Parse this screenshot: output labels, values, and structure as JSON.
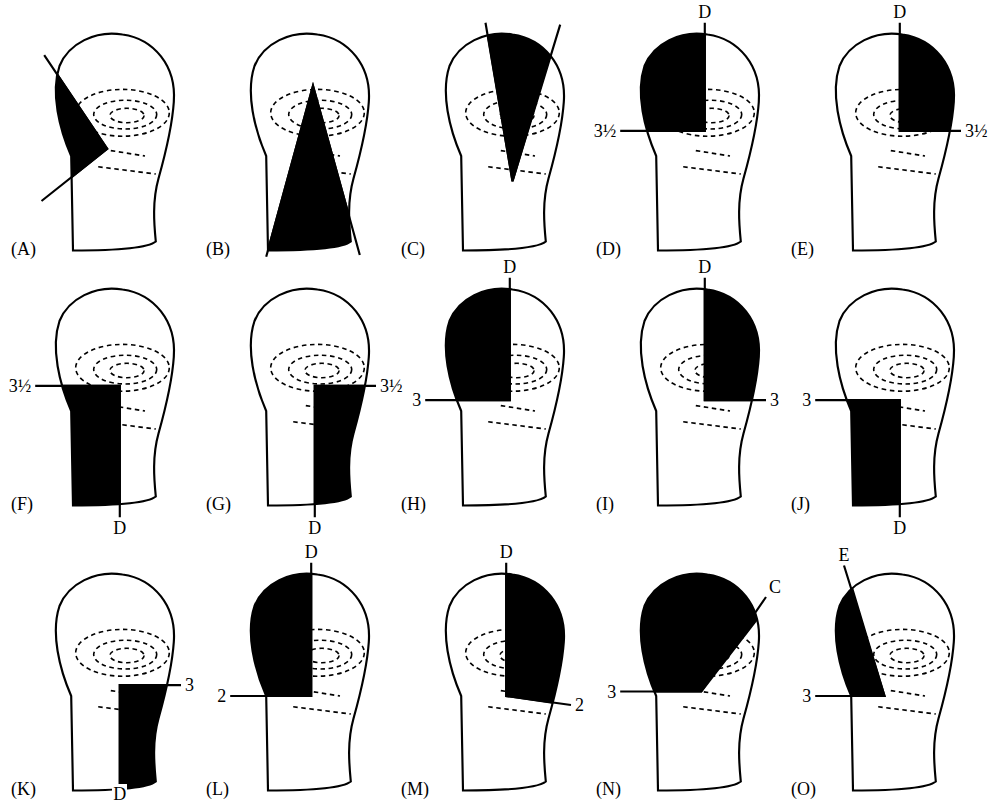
{
  "diagram": {
    "labels": [
      "(A)",
      "(B)",
      "(C)",
      "D",
      "3½",
      "(D)",
      "D",
      "3½",
      "(E)",
      "3½",
      "D",
      "(F)",
      "3½",
      "D",
      "(G)",
      "D",
      "3",
      "(H)",
      "D",
      "3",
      "(I)",
      "3",
      "D",
      "(J)",
      "3",
      "D",
      "(K)",
      "D",
      "2",
      "(L)",
      "D",
      "2",
      "(M)",
      "C",
      "3",
      "(N)",
      "E",
      "3",
      "(O)"
    ]
  }
}
